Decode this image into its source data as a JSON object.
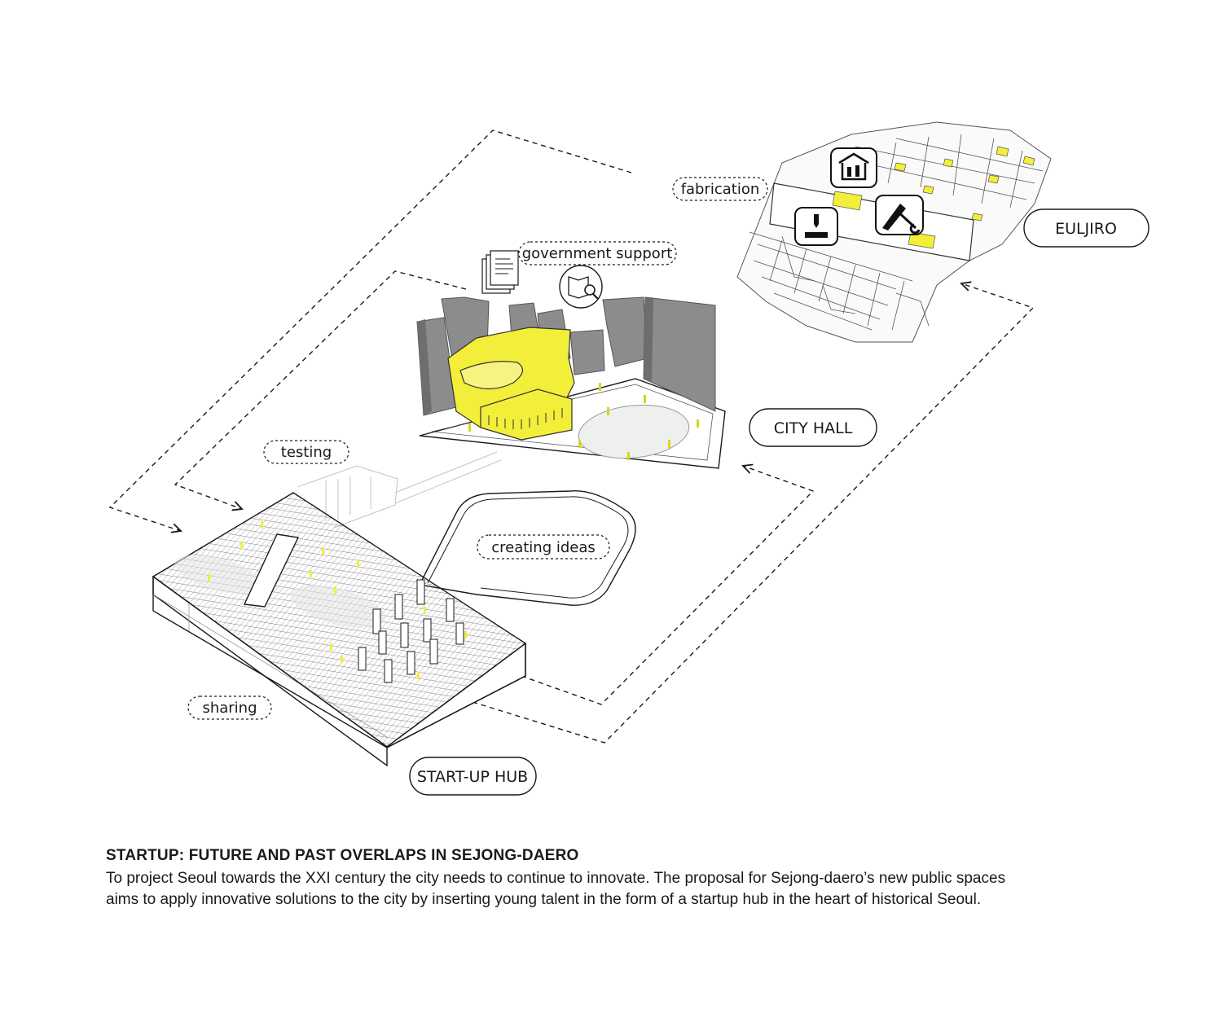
{
  "places": {
    "euljiro": "EULJIRO",
    "city_hall": "CITY HALL",
    "startup_hub": "START-UP HUB"
  },
  "activities": {
    "fabrication": "fabrication",
    "government_support": "government support",
    "testing": "testing",
    "creating_ideas": "creating ideas",
    "sharing": "sharing"
  },
  "icons": [
    "workshop-house-icon",
    "saw-wrench-icon",
    "3d-printer-icon",
    "documents-icon",
    "map-search-icon"
  ],
  "colors": {
    "highlight": "#f2ee3a",
    "buildings": "#8c8c8c",
    "line": "#1a1a1a"
  },
  "caption": {
    "title": "STARTUP: FUTURE AND PAST OVERLAPS IN SEJONG-DAERO",
    "body_line1": "To project Seoul towards the XXI century the city needs to continue to innovate. The proposal for Sejong-daero’s new public spaces",
    "body_line2": "aims to apply innovative solutions to the city by inserting young talent in the form of a startup hub in the heart of historical Seoul."
  }
}
